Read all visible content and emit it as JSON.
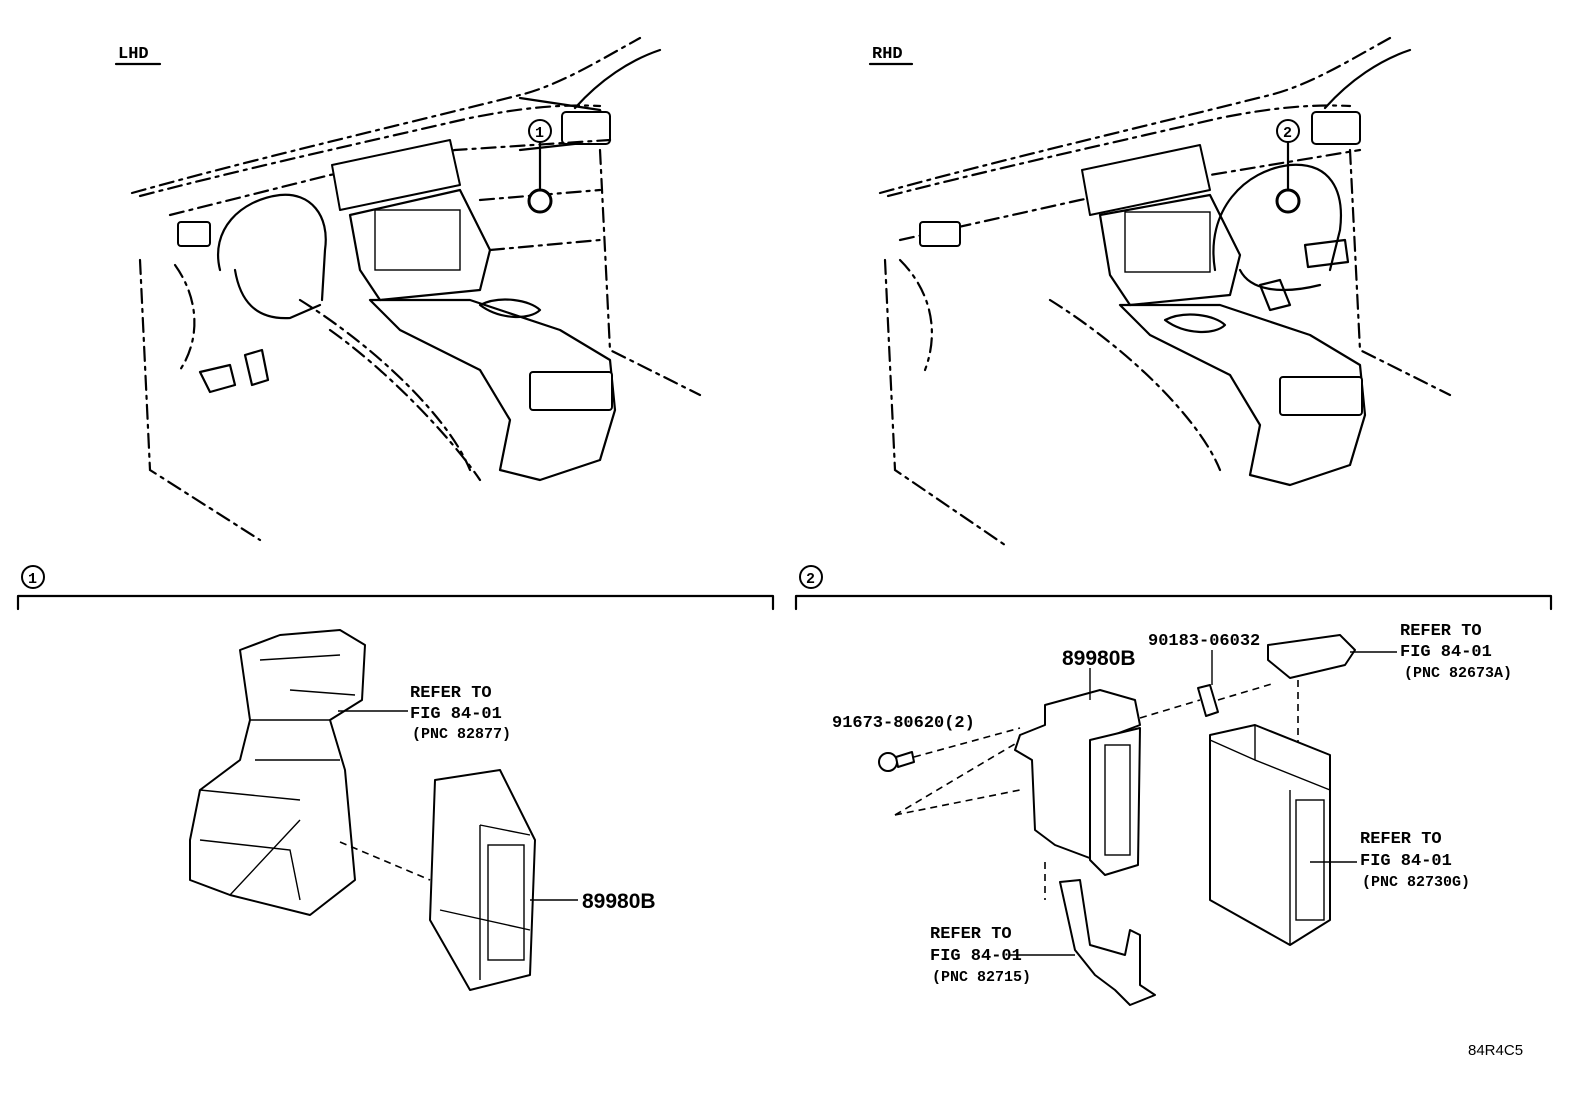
{
  "views": {
    "lhd_label": "LHD",
    "rhd_label": "RHD"
  },
  "callouts": {
    "one": "1",
    "two": "2"
  },
  "panel_1": {
    "refer_line1": "REFER TO",
    "refer_line2": "FIG 84-01",
    "refer_line3": "(PNC 82877)",
    "part_number": "89980B"
  },
  "panel_2": {
    "part_number": "89980B",
    "clip_part": "90183-06032",
    "bolt_part": "91673-80620(2)",
    "refer_a_line1": "REFER TO",
    "refer_a_line2": "FIG 84-01",
    "refer_a_line3": "(PNC 82673A)",
    "refer_b_line1": "REFER TO",
    "refer_b_line2": "FIG 84-01",
    "refer_b_line3": "(PNC 82730G)",
    "refer_c_line1": "REFER TO",
    "refer_c_line2": "FIG 84-01",
    "refer_c_line3": "(PNC 82715)"
  },
  "figure_code": "84R4C5"
}
